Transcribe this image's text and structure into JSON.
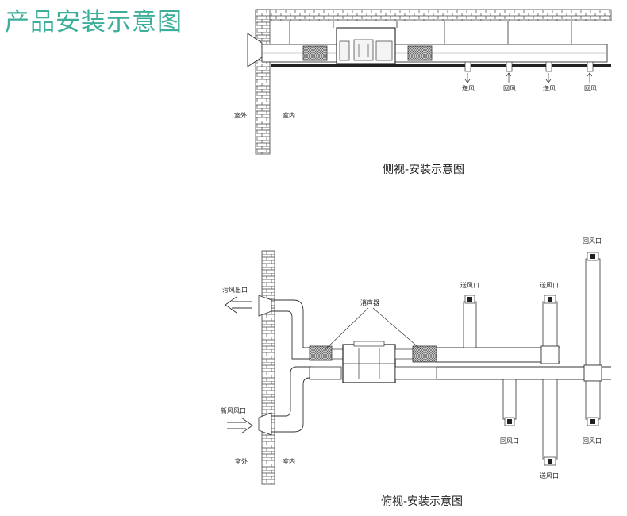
{
  "title": "产品安装示意图",
  "side_view": {
    "caption": "侧视-安装示意图",
    "outdoor": "室外",
    "indoor": "室内",
    "vents": [
      "送风",
      "回风",
      "送风",
      "回风"
    ]
  },
  "top_view": {
    "caption": "俯视-安装示意图",
    "exhaust_outlet": "污风出口",
    "fresh_inlet": "新风风口",
    "muffler": "消声器",
    "outdoor": "室外",
    "indoor": "室内",
    "supply_top_1": "送风口",
    "supply_top_2": "送风口",
    "return_top": "回风口",
    "return_bottom_1": "回风口",
    "return_bottom_2": "回风口",
    "supply_bottom": "送风口"
  }
}
